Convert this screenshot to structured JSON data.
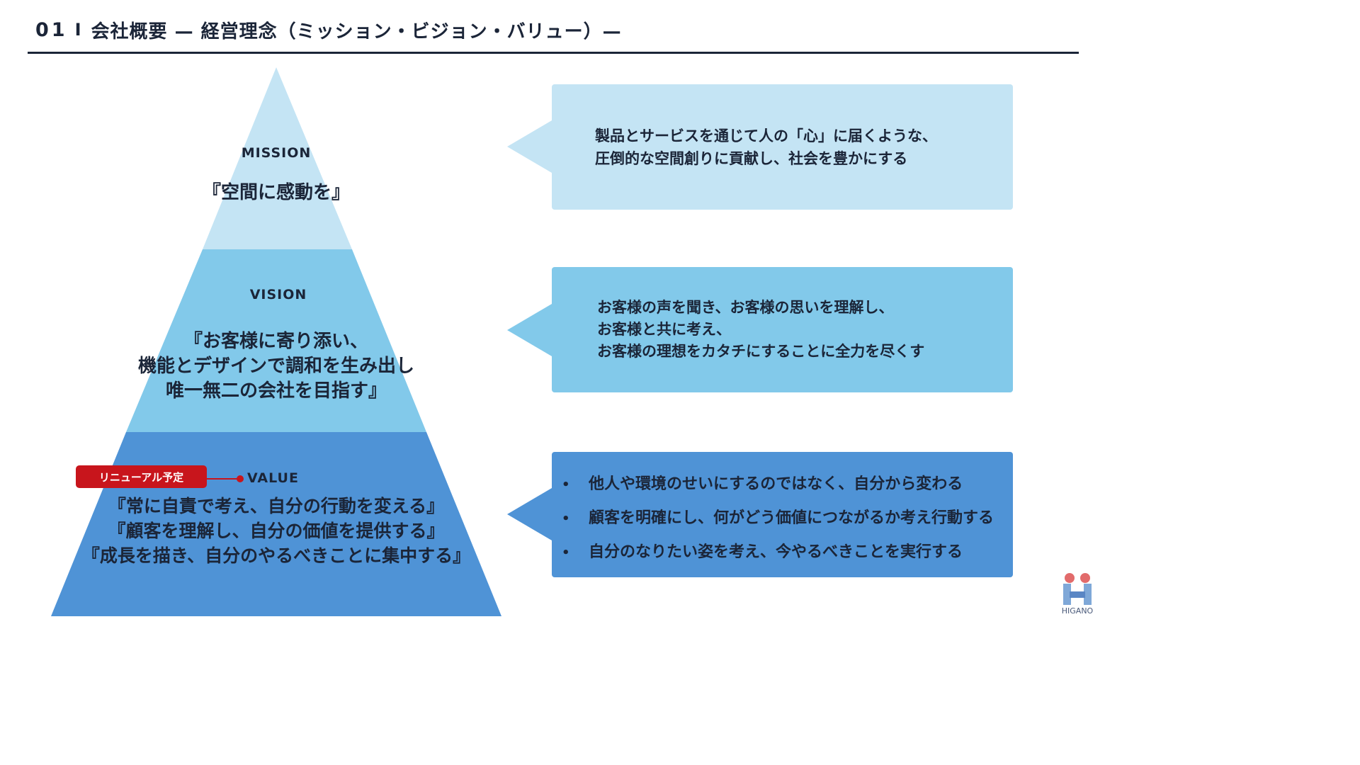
{
  "header": {
    "number": "01",
    "separator": "I",
    "title": "会社概要 — 経営理念（ミッション・ビジョン・バリュー）—"
  },
  "pyramid": {
    "mission": {
      "label": "MISSION",
      "lines": [
        "『空間に感動を』"
      ]
    },
    "vision": {
      "label": "VISION",
      "lines": [
        "『お客様に寄り添い、",
        "機能とデザインで調和を生み出し",
        "唯一無二の会社を目指す』"
      ]
    },
    "value": {
      "label": "VALUE",
      "badge": "リニューアル予定",
      "lines": [
        "『常に自責で考え、自分の行動を変える』",
        "『顧客を理解し、自分の価値を提供する』",
        "『成長を描き、自分のやるべきことに集中する』"
      ]
    }
  },
  "callouts": {
    "mission": {
      "lines": [
        "製品とサービスを通じて人の「心」に届くような、",
        "圧倒的な空間創りに貢献し、社会を豊かにする"
      ]
    },
    "vision": {
      "lines": [
        "お客様の声を聞き、お客様の思いを理解し、",
        "お客様と共に考え、",
        "お客様の理想をカタチにすることに全力を尽くす"
      ]
    },
    "value": {
      "bullets": [
        "他人や環境のせいにするのではなく、自分から変わる",
        "顧客を明確にし、何がどう価値につながるか考え行動する",
        "自分のなりたい姿を考え、今やるべきことを実行する"
      ]
    }
  },
  "logo": {
    "text": "HIGANO"
  },
  "colors": {
    "light": "#c4e4f4",
    "mid": "#82c9ea",
    "dark": "#4f93d6",
    "navy": "#1b2538",
    "accent_red": "#c8151c"
  }
}
